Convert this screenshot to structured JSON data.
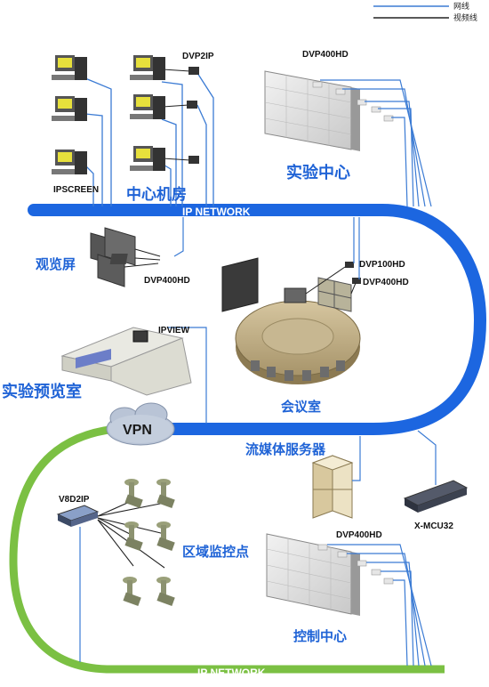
{
  "legend": {
    "network": "网线",
    "video": "视频线"
  },
  "network": {
    "top_label": "IP NETWORK",
    "bottom_label": "IP NETWORK",
    "vpn": "VPN"
  },
  "zones": {
    "datacenter": "中心机房",
    "lab_center": "实验中心",
    "viewing_wall": "观览屏",
    "meeting_room": "会议室",
    "preview_room": "实验预览室",
    "streaming_server": "流媒体服务器",
    "monitor_points": "区域监控点",
    "control_center": "控制中心"
  },
  "devices": {
    "dvp2ip": "DVP2IP",
    "dvp400hd_lab": "DVP400HD",
    "ipscreen": "IPSCREEN",
    "dvp400hd_view": "DVP400HD",
    "dvp100hd": "DVP100HD",
    "dvp400hd_meeting": "DVP400HD",
    "ipview": "IPVIEW",
    "v8d2ip": "V8D2IP",
    "x_mcu32": "X-MCU32",
    "dvp400hd_control": "DVP400HD"
  },
  "colors": {
    "network_blue": "#1c66e0",
    "green_ring": "#7bc043",
    "label_blue": "#1f63d6",
    "wire": "#3b7bd4"
  }
}
